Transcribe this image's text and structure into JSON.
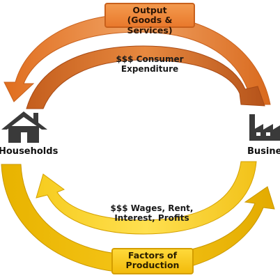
{
  "diagram": {
    "output_line1": "Output",
    "output_line2": "(Goods & Services)",
    "expenditure_line1": "$$$ Consumer",
    "expenditure_line2": "Expenditure",
    "wages_line1": "$$$ Wages, Rent,",
    "wages_line2": "Interest, Profits",
    "factors_line1": "Factors of",
    "factors_line2": "Production",
    "households": "Households",
    "business": "Business"
  },
  "icons": {
    "households": "house-icon",
    "business": "factory-icon"
  },
  "colors": {
    "orange": "#e87a2c",
    "orange_light": "#f0a263",
    "orange_dark": "#c8601c",
    "yellow": "#f5c518",
    "yellow_light": "#ffd93a",
    "yellow_dark": "#d49e00",
    "icon": "#3a3a3a"
  }
}
